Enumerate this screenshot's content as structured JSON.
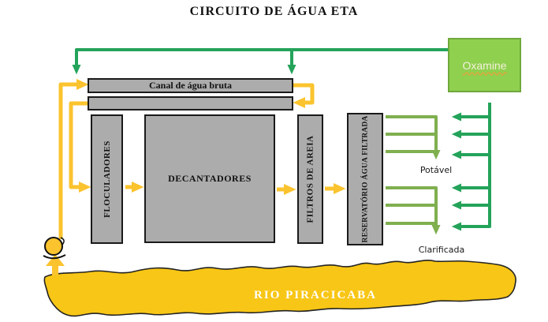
{
  "title": "CIRCUITO DE ÁGUA ETA",
  "oxamine": {
    "label": "Oxamine"
  },
  "boxes": {
    "canal": "Canal de água bruta",
    "floculadores": "FLOCULADORES",
    "decantadores": "DECANTADORES",
    "filtros": "FILTROS DE AREIA",
    "reservatorio": "RESERVATÓRIO ÁGUA FILTRADA"
  },
  "outputs": {
    "potavel": "Potável",
    "clarificada": "Clarificada"
  },
  "river": {
    "label": "RIO PIRACICABA"
  },
  "colors": {
    "flow_yellow": "#fbc32e",
    "river_yellow": "#f8c616",
    "dosing_green_dark": "#24a35a",
    "outlet_green_light": "#7faf4f",
    "oxamine_fill": "#8fd04f",
    "box_gray": "#acacac"
  }
}
